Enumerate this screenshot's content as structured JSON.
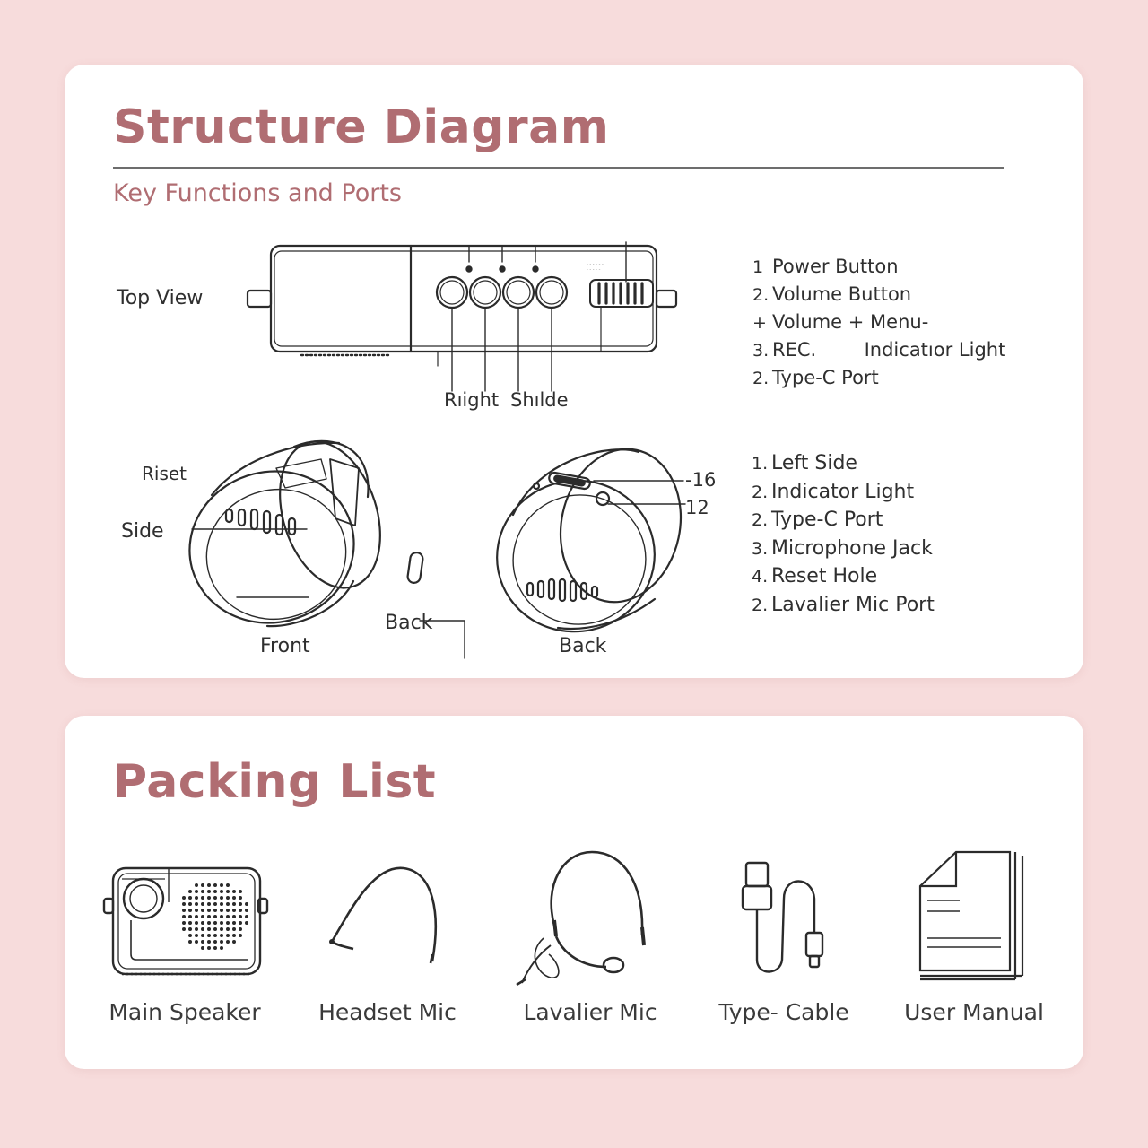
{
  "structure": {
    "title": "Structure Diagram",
    "subtitle": "Key Functions and Ports",
    "top_view": {
      "label": "Top View",
      "bottom_labels": [
        "Rıight",
        "Shılde"
      ]
    },
    "top_list": [
      {
        "num": "1",
        "text": "Power Button"
      },
      {
        "num": "2.",
        "text": "Volume Button"
      },
      {
        "num": "+",
        "text": "Volume + Menu-"
      },
      {
        "num": "3.",
        "text": "REC.        Indicatıor Light"
      },
      {
        "num": "2.",
        "text": "Type-C Port"
      }
    ],
    "front_view": {
      "caption": "Front",
      "callouts": [
        "Riset",
        "Side",
        "Back"
      ]
    },
    "back_view": {
      "caption": "Back",
      "callouts": [
        "-16",
        "12"
      ]
    },
    "side_list": [
      {
        "num": "1.",
        "text": "Left Side"
      },
      {
        "num": "2.",
        "text": "Indicator Light"
      },
      {
        "num": "2.",
        "text": "Type-C Port"
      },
      {
        "num": "3.",
        "text": "Microphone Jack"
      },
      {
        "num": "4.",
        "text": "Reset Hole"
      },
      {
        "num": "2.",
        "text": "Lavalier Mic Port"
      }
    ]
  },
  "packing": {
    "title": "Packing List",
    "items": [
      {
        "label": "Main Speaker",
        "icon": "speaker-icon"
      },
      {
        "label": "Headset Mic",
        "icon": "headset-icon"
      },
      {
        "label": "Lavalier Mic",
        "icon": "lavalier-mic-icon"
      },
      {
        "label": "Type- Cable",
        "icon": "cable-icon"
      },
      {
        "label": "User Manual",
        "icon": "manual-icon"
      }
    ]
  },
  "colors": {
    "background": "#f7dcdc",
    "accent": "#b06d72",
    "card": "#ffffff",
    "line": "#2b2b2b"
  }
}
